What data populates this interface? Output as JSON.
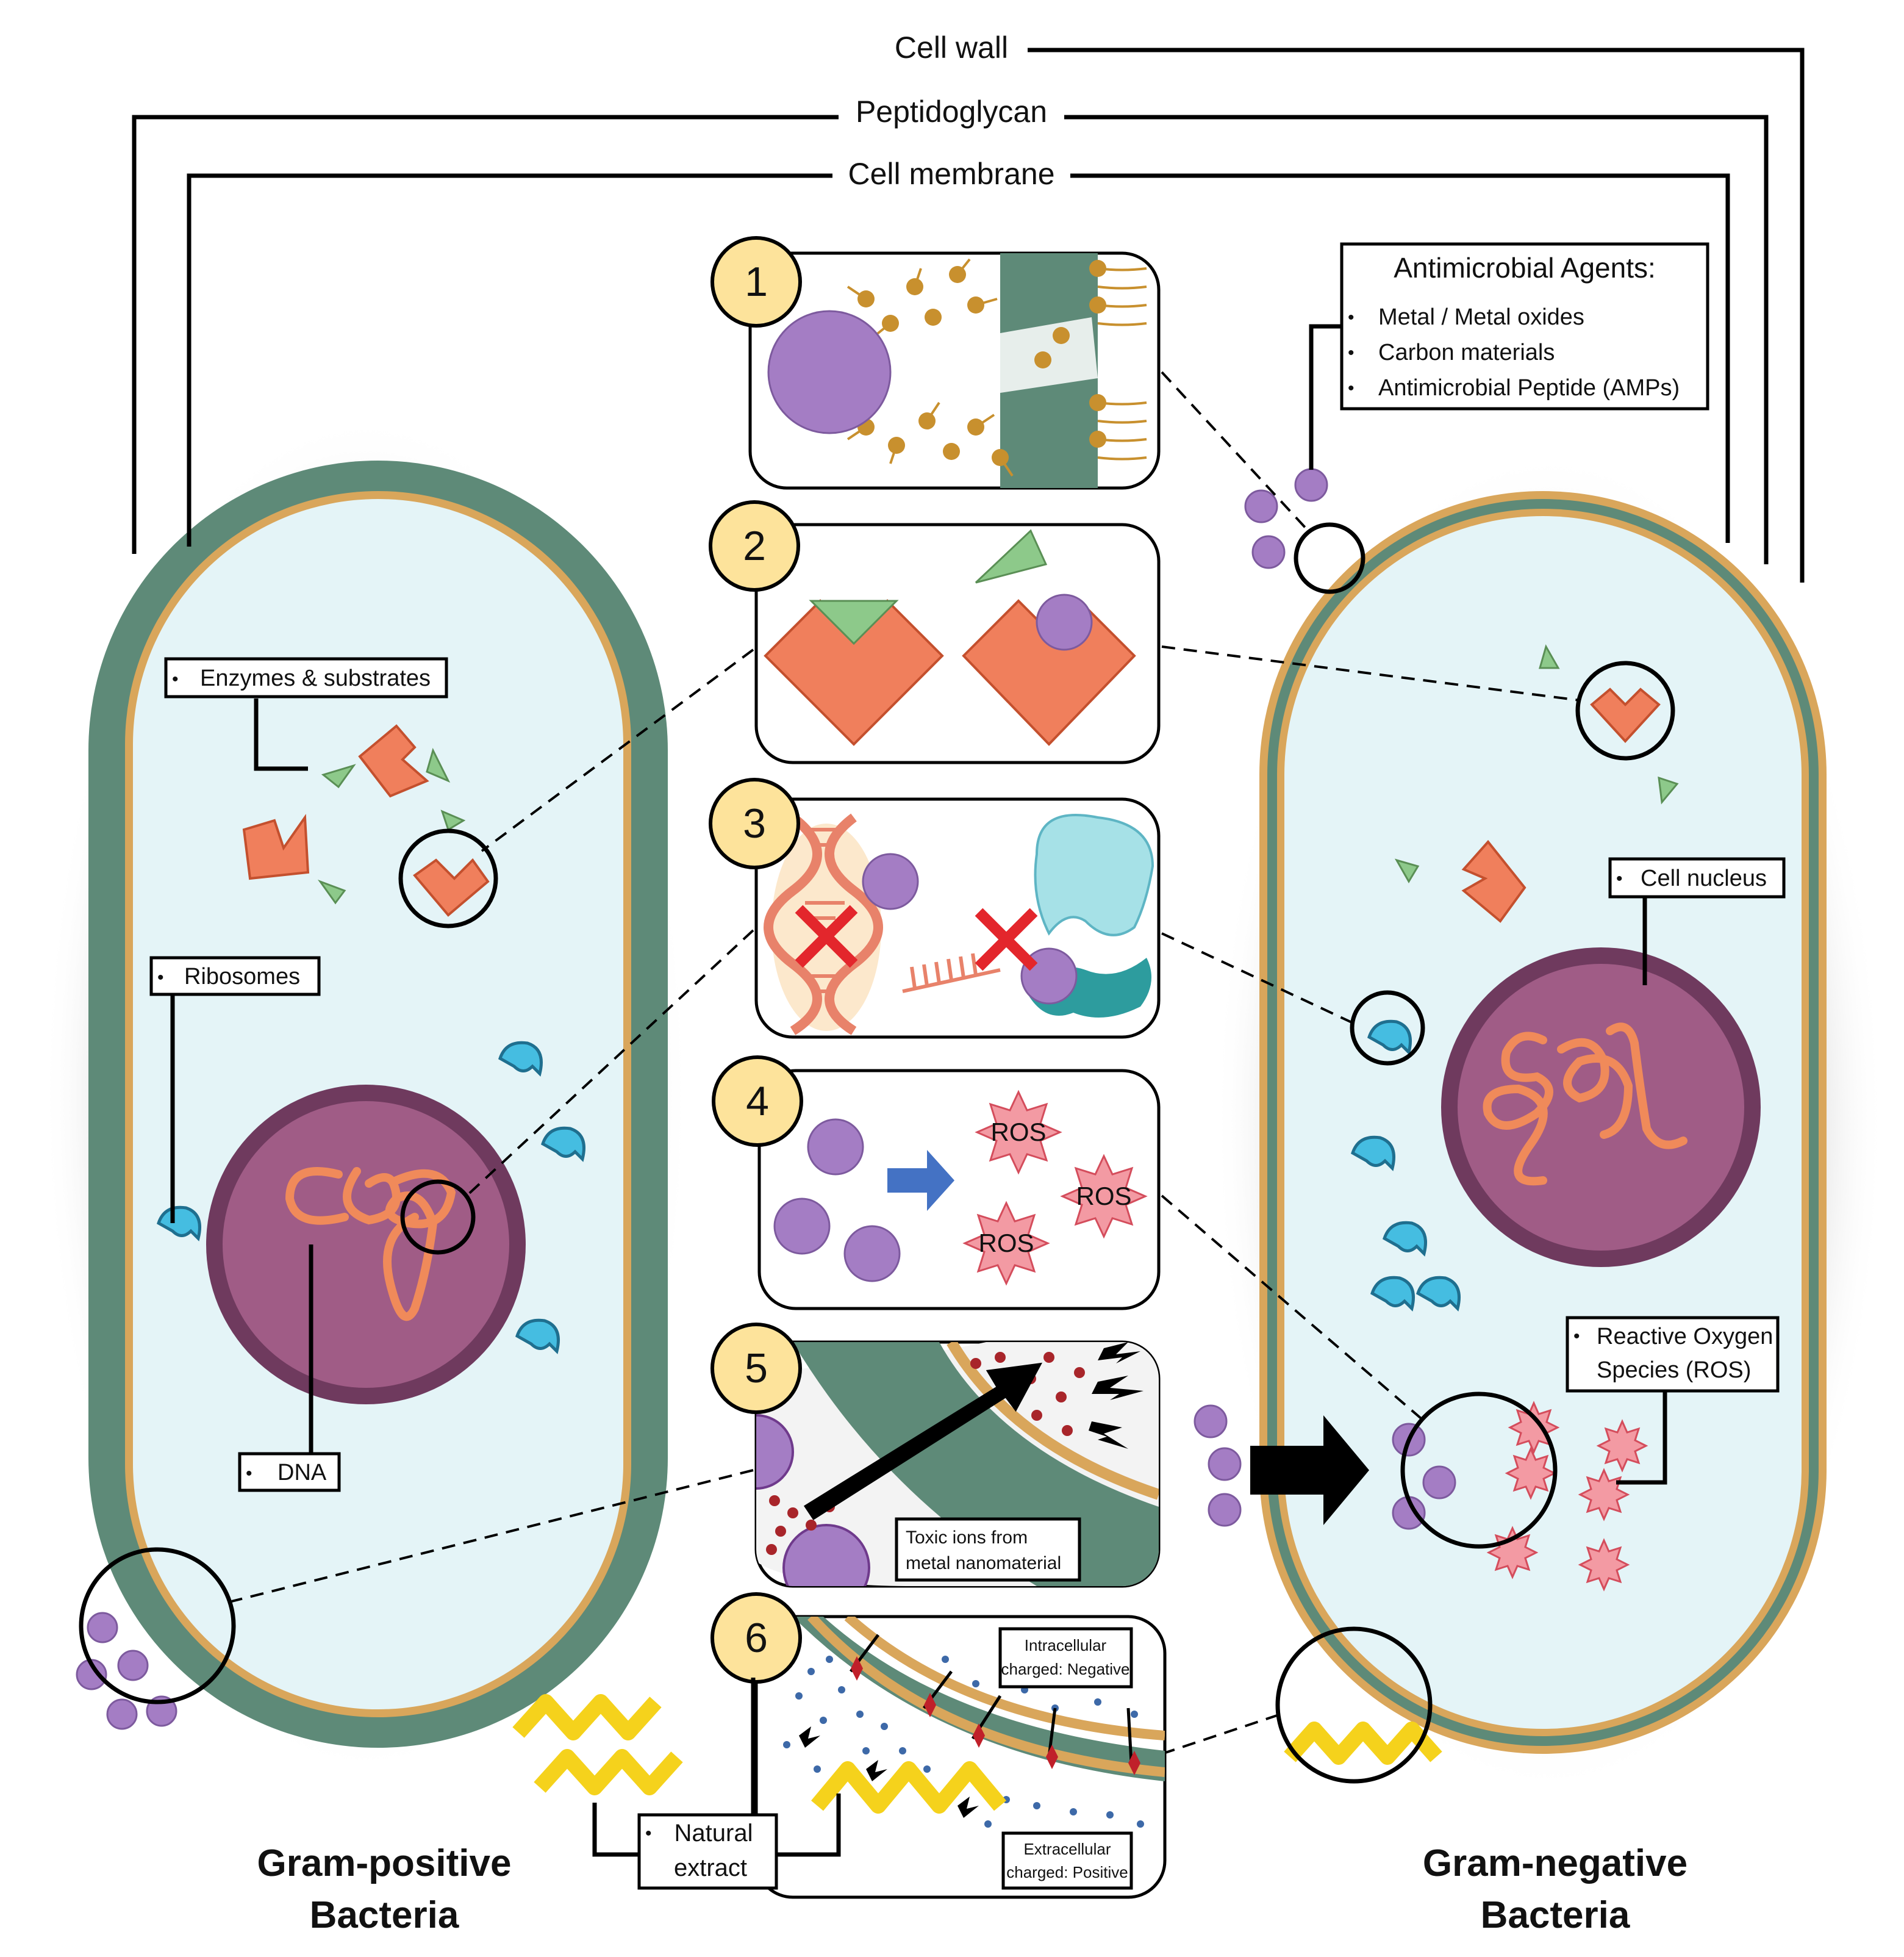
{
  "labels": {
    "cell_wall": "Cell wall",
    "peptidoglycan": "Peptidoglycan",
    "cell_membrane": "Cell membrane",
    "enzymes": "Enzymes & substrates",
    "ribosomes": "Ribosomes",
    "dna": "DNA",
    "cell_nucleus": "Cell nucleus",
    "ros_box_line1": "Reactive Oxygen",
    "ros_box_line2": "Species (ROS)",
    "natural_line1": "Natural",
    "natural_line2": "extract",
    "gram_pos_line1": "Gram-positive",
    "gram_pos_line2": "Bacteria",
    "gram_neg_line1": "Gram-negative",
    "gram_neg_line2": "Bacteria",
    "toxic_line1": "Toxic ions from",
    "toxic_line2": "metal nanomaterial",
    "intra_line1": "Intracellular",
    "intra_line2": "charged: Negative",
    "extra_line1": "Extracellular",
    "extra_line2": "charged: Positive",
    "ros_tag": "ROS",
    "bullet": "•"
  },
  "agents_box": {
    "title": "Antimicrobial Agents:",
    "items": [
      "Metal / Metal oxides",
      "Carbon materials",
      "Antimicrobial Peptide (AMPs)"
    ]
  },
  "steps": [
    "1",
    "2",
    "3",
    "4",
    "5",
    "6"
  ],
  "colors": {
    "cell_wall": "#5e8a78",
    "membrane": "#d9a65b",
    "cytoplasm": "#e4f4f7",
    "nucleus": "#a05c86",
    "nucleus_rim": "#6f3a5e",
    "enzyme": "#f07f5c",
    "substrate": "#8dc98a",
    "nanoparticle": "#a47dc4",
    "ribosome": "#45bde1",
    "ros": "#f39aa3",
    "step_badge": "#fde39b",
    "natural_extract": "#f5d21c"
  }
}
